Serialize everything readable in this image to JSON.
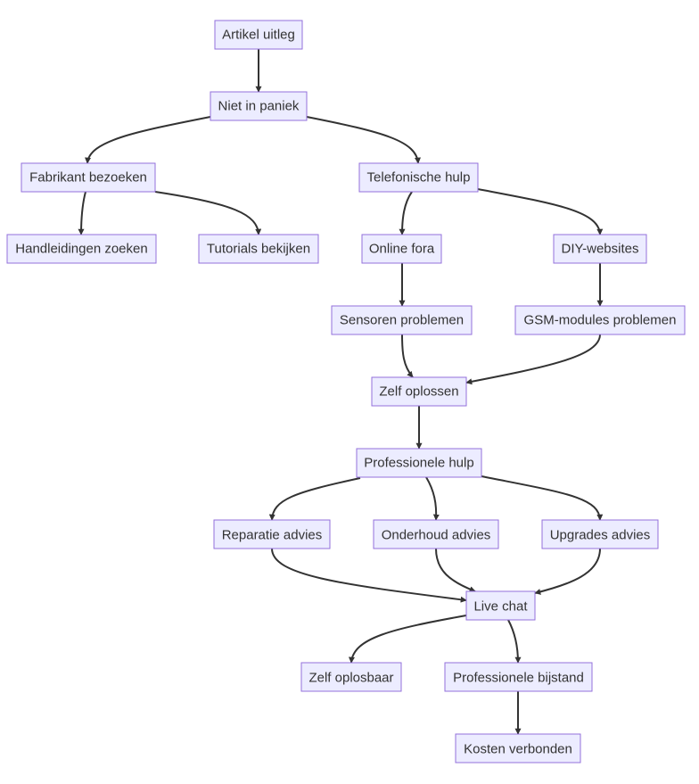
{
  "diagram": {
    "nodes": [
      {
        "id": "artikel",
        "label": "Artikel uitleg"
      },
      {
        "id": "paniek",
        "label": "Niet in paniek"
      },
      {
        "id": "fabrikant",
        "label": "Fabrikant bezoeken"
      },
      {
        "id": "telefonisch",
        "label": "Telefonische hulp"
      },
      {
        "id": "handleidingen",
        "label": "Handleidingen zoeken"
      },
      {
        "id": "tutorials",
        "label": "Tutorials bekijken"
      },
      {
        "id": "fora",
        "label": "Online fora"
      },
      {
        "id": "diy",
        "label": "DIY-websites"
      },
      {
        "id": "sensoren",
        "label": "Sensoren problemen"
      },
      {
        "id": "gsm",
        "label": "GSM-modules problemen"
      },
      {
        "id": "zelf",
        "label": "Zelf oplossen"
      },
      {
        "id": "prof",
        "label": "Professionele hulp"
      },
      {
        "id": "reparatie",
        "label": "Reparatie advies"
      },
      {
        "id": "onderhoud",
        "label": "Onderhoud advies"
      },
      {
        "id": "upgrades",
        "label": "Upgrades advies"
      },
      {
        "id": "live",
        "label": "Live chat"
      },
      {
        "id": "zelfbaar",
        "label": "Zelf oplosbaar"
      },
      {
        "id": "bijstand",
        "label": "Professionele bijstand"
      },
      {
        "id": "kosten",
        "label": "Kosten verbonden"
      }
    ],
    "edges": [
      {
        "from": "artikel",
        "to": "paniek"
      },
      {
        "from": "paniek",
        "to": "fabrikant"
      },
      {
        "from": "paniek",
        "to": "telefonisch"
      },
      {
        "from": "fabrikant",
        "to": "handleidingen"
      },
      {
        "from": "fabrikant",
        "to": "tutorials"
      },
      {
        "from": "telefonisch",
        "to": "fora"
      },
      {
        "from": "telefonisch",
        "to": "diy"
      },
      {
        "from": "fora",
        "to": "sensoren"
      },
      {
        "from": "diy",
        "to": "gsm"
      },
      {
        "from": "sensoren",
        "to": "zelf"
      },
      {
        "from": "gsm",
        "to": "zelf"
      },
      {
        "from": "zelf",
        "to": "prof"
      },
      {
        "from": "prof",
        "to": "reparatie"
      },
      {
        "from": "prof",
        "to": "onderhoud"
      },
      {
        "from": "prof",
        "to": "upgrades"
      },
      {
        "from": "reparatie",
        "to": "live"
      },
      {
        "from": "onderhoud",
        "to": "live"
      },
      {
        "from": "upgrades",
        "to": "live"
      },
      {
        "from": "live",
        "to": "zelfbaar"
      },
      {
        "from": "live",
        "to": "bijstand"
      },
      {
        "from": "bijstand",
        "to": "kosten"
      }
    ]
  }
}
